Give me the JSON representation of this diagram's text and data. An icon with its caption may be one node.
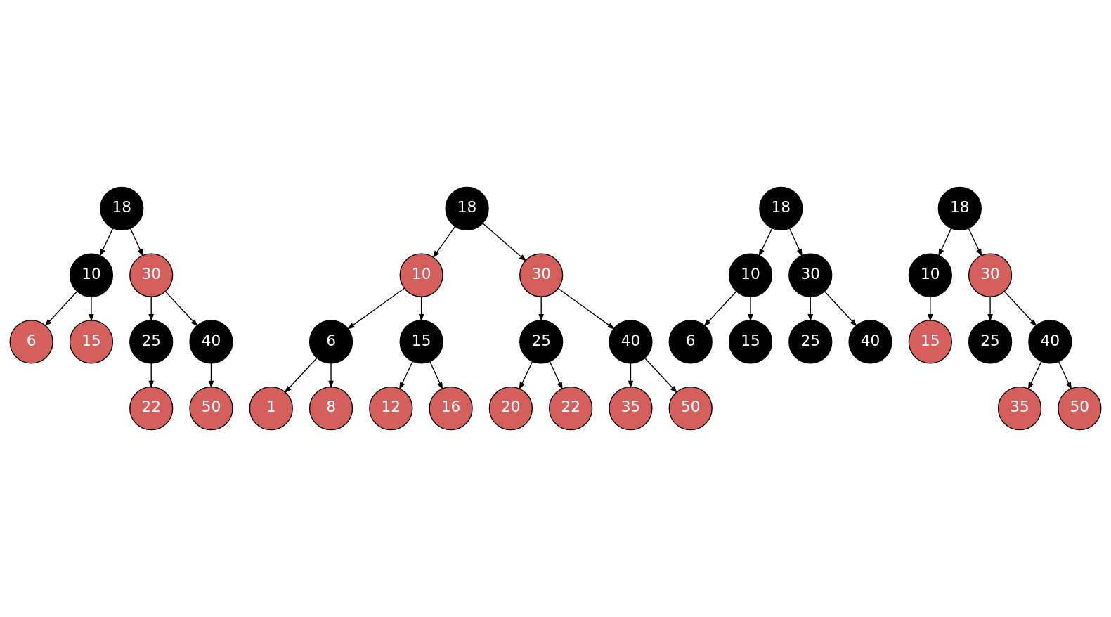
{
  "diagram": {
    "nodes": [
      {
        "text": [
          "18"
        ]
      },
      {
        "text": [
          "10"
        ]
      },
      {
        "text": [
          "30"
        ]
      },
      {
        "text": [
          "6"
        ]
      },
      {
        "text": [
          "15"
        ]
      },
      {
        "text": [
          "25"
        ]
      },
      {
        "text": [
          "40"
        ]
      },
      {
        "text": [
          "22"
        ]
      },
      {
        "text": [
          "50"
        ]
      },
      {
        "text": [
          "18"
        ]
      },
      {
        "text": [
          "10"
        ]
      },
      {
        "text": [
          "30"
        ]
      },
      {
        "text": [
          "6"
        ]
      },
      {
        "text": [
          "15"
        ]
      },
      {
        "text": [
          "25"
        ]
      },
      {
        "text": [
          "40"
        ]
      },
      {
        "text": [
          "1"
        ]
      },
      {
        "text": [
          "8"
        ]
      },
      {
        "text": [
          "12"
        ]
      },
      {
        "text": [
          "16"
        ]
      },
      {
        "text": [
          "20"
        ]
      },
      {
        "text": [
          "22"
        ]
      },
      {
        "text": [
          "35"
        ]
      },
      {
        "text": [
          "50"
        ]
      },
      {
        "text": [
          "18"
        ]
      },
      {
        "text": [
          "10"
        ]
      },
      {
        "text": [
          "30"
        ]
      },
      {
        "text": [
          "6"
        ]
      },
      {
        "text": [
          "15"
        ]
      },
      {
        "text": [
          "25"
        ]
      },
      {
        "text": [
          "40"
        ]
      },
      {
        "text": [
          "18"
        ]
      },
      {
        "text": [
          "10"
        ]
      },
      {
        "text": [
          "30"
        ]
      },
      {
        "text": [
          "15"
        ]
      },
      {
        "text": [
          "25"
        ]
      },
      {
        "text": [
          "40"
        ]
      },
      {
        "text": [
          "35"
        ]
      },
      {
        "text": [
          "50"
        ]
      }
    ],
    "edges": [
      {
        "from": 0,
        "to": 1,
        "arrow": "to"
      },
      {
        "from": 0,
        "to": 2,
        "arrow": "to"
      },
      {
        "from": 1,
        "to": 3,
        "arrow": "to"
      },
      {
        "from": 1,
        "to": 4,
        "arrow": "to"
      },
      {
        "from": 2,
        "to": 5,
        "arrow": "to"
      },
      {
        "from": 2,
        "to": 6,
        "arrow": "to"
      },
      {
        "from": 5,
        "to": 7,
        "arrow": "to"
      },
      {
        "from": 6,
        "to": 8,
        "arrow": "to"
      },
      {
        "from": 9,
        "to": 10,
        "arrow": "to"
      },
      {
        "from": 9,
        "to": 11,
        "arrow": "to"
      },
      {
        "from": 10,
        "to": 12,
        "arrow": "to"
      },
      {
        "from": 10,
        "to": 13,
        "arrow": "to"
      },
      {
        "from": 11,
        "to": 14,
        "arrow": "to"
      },
      {
        "from": 11,
        "to": 15,
        "arrow": "to"
      },
      {
        "from": 12,
        "to": 16,
        "arrow": "to"
      },
      {
        "from": 12,
        "to": 17,
        "arrow": "to"
      },
      {
        "from": 13,
        "to": 18,
        "arrow": "to"
      },
      {
        "from": 13,
        "to": 19,
        "arrow": "to"
      },
      {
        "from": 14,
        "to": 20,
        "arrow": "to"
      },
      {
        "from": 14,
        "to": 21,
        "arrow": "to"
      },
      {
        "from": 15,
        "to": 22,
        "arrow": "to"
      },
      {
        "from": 15,
        "to": 23,
        "arrow": "to"
      },
      {
        "from": 24,
        "to": 25,
        "arrow": "to"
      },
      {
        "from": 24,
        "to": 26,
        "arrow": "to"
      },
      {
        "from": 25,
        "to": 27,
        "arrow": "to"
      },
      {
        "from": 25,
        "to": 28,
        "arrow": "to"
      },
      {
        "from": 26,
        "to": 29,
        "arrow": "to"
      },
      {
        "from": 26,
        "to": 30,
        "arrow": "to"
      },
      {
        "from": 31,
        "to": 32,
        "arrow": "to"
      },
      {
        "from": 31,
        "to": 33,
        "arrow": "to"
      },
      {
        "from": 32,
        "to": 34,
        "arrow": "to"
      },
      {
        "from": 33,
        "to": 35,
        "arrow": "to"
      },
      {
        "from": 33,
        "to": 36,
        "arrow": "to"
      },
      {
        "from": 36,
        "to": 37,
        "arrow": "to"
      },
      {
        "from": 36,
        "to": 38,
        "arrow": "to"
      }
    ]
  }
}
